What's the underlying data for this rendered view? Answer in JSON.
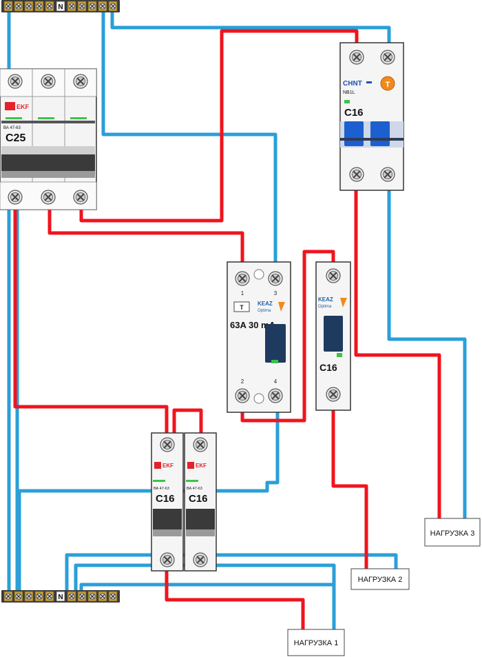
{
  "wire_colors": {
    "phase": "#f0141e",
    "neutral": "#2a9fd8"
  },
  "colors": {
    "ekf_red": "#e3222a",
    "chnt_blue": "#1c4fb5",
    "keaz_blue": "#1f5fa8",
    "keaz_orange": "#f08a1c",
    "green_indicator": "#3cc24a",
    "blue_handle": "#1c5fd0",
    "dark_handle": "#1e3a5f"
  },
  "busbar_top": {
    "label": "N",
    "icon": "terminal-screw-icon"
  },
  "busbar_bottom": {
    "label": "N",
    "icon": "terminal-screw-icon"
  },
  "breaker_main": {
    "brand": "EKF",
    "model": "ВА 47-63",
    "rating": "C25",
    "poles": 3
  },
  "breaker_difavt": {
    "brand": "CHNT",
    "model": "NB1L",
    "rating": "C16"
  },
  "rcd": {
    "brand": "KEAZ",
    "sub": "Optima",
    "rating": "63A 30 mA",
    "test_button": "T",
    "terminals_top": [
      "1",
      "3"
    ],
    "terminals_bottom": [
      "2",
      "4"
    ]
  },
  "breaker_keaz": {
    "brand": "KEAZ",
    "sub": "Optima",
    "rating": "C16"
  },
  "breaker_pair": [
    {
      "brand": "EKF",
      "model": "ВА 47-63",
      "rating": "C16"
    },
    {
      "brand": "EKF",
      "model": "ВА 47-63",
      "rating": "C16"
    }
  ],
  "loads": [
    "НАГРУЗКА 1",
    "НАГРУЗКА 2",
    "НАГРУЗКА 3"
  ]
}
